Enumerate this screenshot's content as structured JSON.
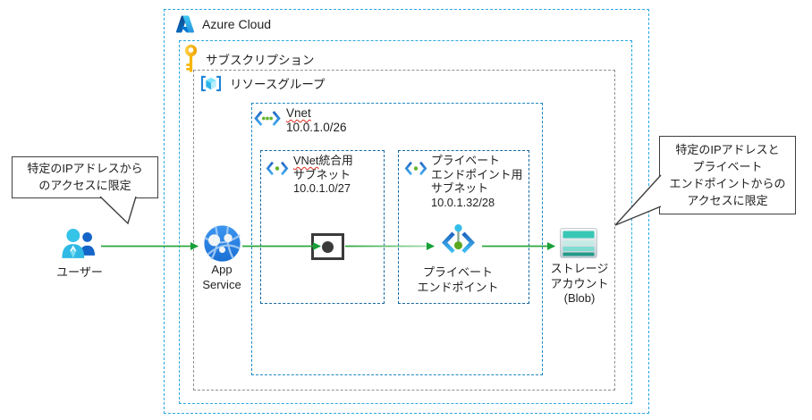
{
  "diagram": {
    "title": "Azure app-service private-endpoint network diagram",
    "containers": {
      "azure_cloud": {
        "label": "Azure Cloud"
      },
      "subscription": {
        "label": "サブスクリプション"
      },
      "resource_group": {
        "label": "リソースグループ"
      },
      "vnet": {
        "label": "Vnet",
        "cidr": "10.0.1.0/26"
      },
      "subnet_integration": {
        "name_en": "VNet",
        "name_ja": "統合用",
        "line2": "サブネット",
        "cidr": "10.0.1.0/27"
      },
      "subnet_private_endpoint": {
        "line1": "プライベート",
        "line2": "エンドポイント用",
        "line3": "サブネット",
        "cidr": "10.0.1.32/28"
      }
    },
    "nodes": {
      "users": {
        "label": "ユーザー"
      },
      "app_service": {
        "line1": "App",
        "line2": "Service"
      },
      "vnet_integration_point": {
        "label": ""
      },
      "private_endpoint": {
        "line1": "プライベート",
        "line2": "エンドポイント"
      },
      "storage_account": {
        "line1": "ストレージ",
        "line2": "アカウント",
        "line3": "(Blob)"
      }
    },
    "callouts": {
      "left": {
        "line1": "特定のIPアドレスから",
        "line2": "のアクセスに限定"
      },
      "right": {
        "line1": "特定のIPアドレスと",
        "line2": "プライベート",
        "line3": "エンドポイントからの",
        "line4": "アクセスに限定"
      }
    },
    "colors": {
      "cloud_border": "#2aa9e0",
      "subscription_border": "#2aa9e0",
      "resource_group_border": "#8f8f8f",
      "vnet_border": "#1c87c4",
      "subnet_border": "#16689e",
      "arrow_green": "#2ba63c",
      "arrow_head_green": "#18a038",
      "arrow_fade_green": "#aadfb4",
      "callout_border": "#3f3f3f",
      "spellcheck_red": "#e0281e",
      "azure_blue": "#0078d4",
      "key_gold": "#f7b500",
      "storage_teal": "#38c7b4"
    }
  }
}
